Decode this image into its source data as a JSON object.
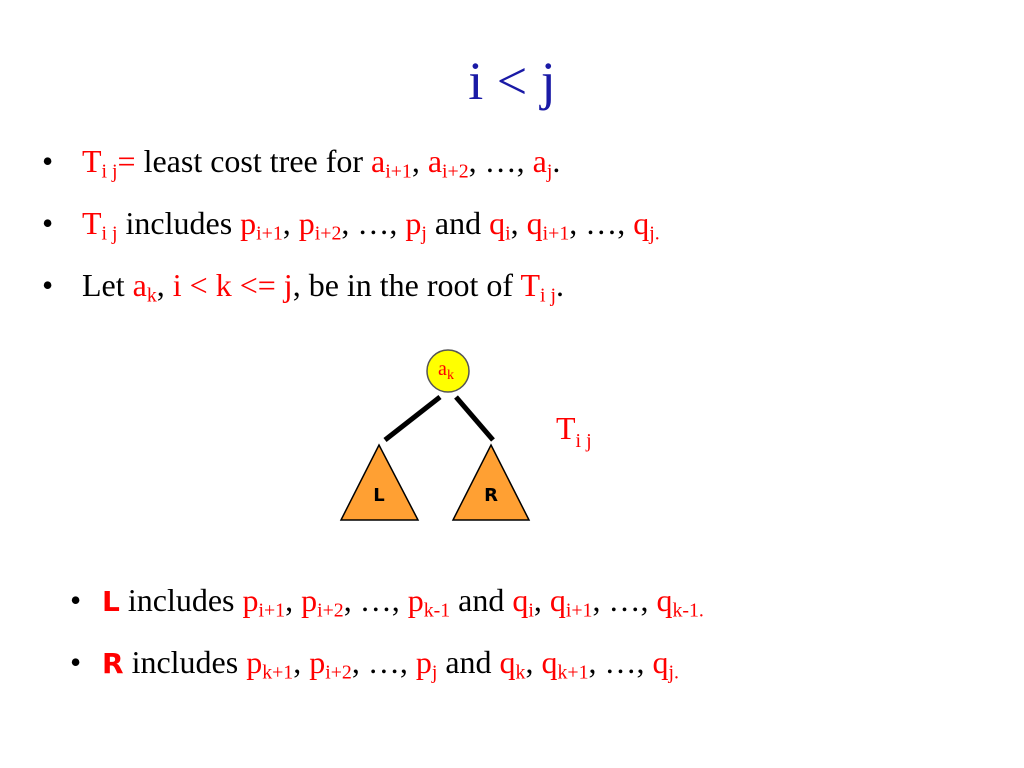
{
  "title": "i < j",
  "bullet_char": "•",
  "bullets": [
    {
      "t": "T",
      "t_sub": "i j",
      "eq": "=",
      "text": " least cost tree for ",
      "a1": "a",
      "a1_sub": "i+1",
      "sep1": ", ",
      "a2": "a",
      "a2_sub": "i+2",
      "mid": ", …, ",
      "a3": "a",
      "a3_sub": "j",
      "end": "."
    },
    {
      "t": "T",
      "t_sub": "i j",
      "text": " includes ",
      "p1": "p",
      "p1_sub": "i+1",
      "sep1": ", ",
      "p2": "p",
      "p2_sub": "i+2",
      "mid1": ", …, ",
      "p3": "p",
      "p3_sub": "j",
      "and": " and ",
      "q1": "q",
      "q1_sub": "i",
      "sep2": ", ",
      "q2": "q",
      "q2_sub": "i+1",
      "mid2": ", …, ",
      "q3": "q",
      "q3_sub": "j."
    },
    {
      "let": "Let ",
      "a": "a",
      "a_sub": "k",
      "sep": ", ",
      "cond": "i < k <= j",
      "text": ", be in the root of ",
      "t": "T",
      "t_sub": "i j",
      "end": "."
    }
  ],
  "diagram": {
    "root": "a",
    "root_sub": "k",
    "left": "L",
    "right": "R",
    "tree_label": "T",
    "tree_label_sub": "i j",
    "colors": {
      "root_fill": "#ffff00",
      "subtree_fill": "#ffa033",
      "label": "#ff0000"
    }
  },
  "bullets2": [
    {
      "name": "L",
      "text": " includes ",
      "p1": "p",
      "p1_sub": "i+1",
      "sep1": ", ",
      "p2": "p",
      "p2_sub": "i+2",
      "mid1": ", …, ",
      "p3": "p",
      "p3_sub": "k-1",
      "and": " and ",
      "q1": "q",
      "q1_sub": "i",
      "sep2": ", ",
      "q2": "q",
      "q2_sub": "i+1",
      "mid2": ", …, ",
      "q3": "q",
      "q3_sub": "k-1."
    },
    {
      "name": "R",
      "text": " includes ",
      "p1": "p",
      "p1_sub": "k+1",
      "sep1": ", ",
      "p2": "p",
      "p2_sub": "i+2",
      "mid1": ", …, ",
      "p3": "p",
      "p3_sub": "j",
      "and": " and ",
      "q1": "q",
      "q1_sub": "k",
      "sep2": ", ",
      "q2": "q",
      "q2_sub": "k+1",
      "mid2": ", …, ",
      "q3": "q",
      "q3_sub": "j."
    }
  ],
  "colors": {
    "title": "#1a1aa6",
    "highlight": "#ff0000",
    "text": "#000000"
  }
}
